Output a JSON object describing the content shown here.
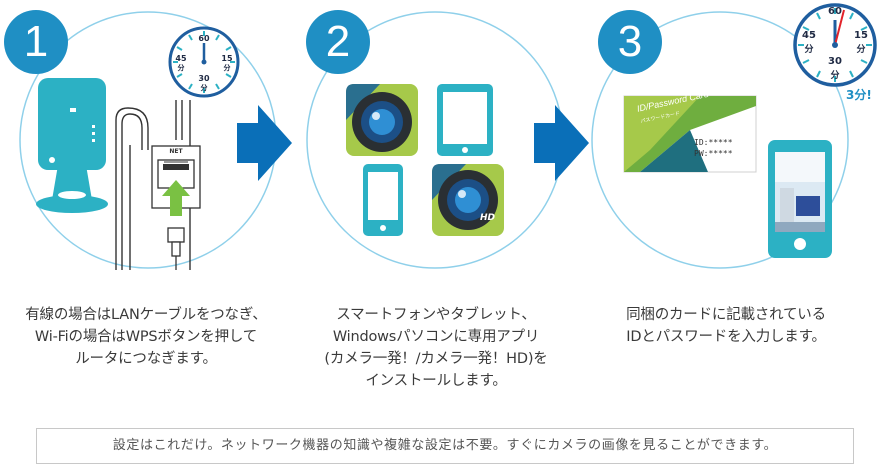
{
  "steps": [
    {
      "number": "1",
      "caption": "有線の場合はLANケーブルをつなぎ、\nWi-Fiの場合はWPSボタンを押して\nルータにつなぎます。"
    },
    {
      "number": "2",
      "caption": "スマートフォンやタブレット、\nWindowsパソコンに専用アプリ\n(カメラ一発！/カメラ一発！HD)を\nインストールします。"
    },
    {
      "number": "3",
      "caption": "同梱のカードに記載されている\nIDとパスワードを入力します。"
    }
  ],
  "clock": {
    "m60": "60",
    "m15": "15",
    "m30": "30",
    "m45": "45",
    "unit": "分"
  },
  "port_label": "NET",
  "hd_badge": "HD",
  "card": {
    "title": "ID/Password Card",
    "subtitle": "パスワードカード",
    "id_line": "ID:*****",
    "pw_line": "PW:*****"
  },
  "three_min": "3分!",
  "footer_note": "設定はこれだけ。ネットワーク機器の知識や複雑な設定は不要。すぐにカメラの画像を見ることができます。",
  "colors": {
    "accent": "#1f8fc4",
    "arrow": "#0a6fb8",
    "circle": "#8fd0ea",
    "device": "#2cb1c4",
    "green": "#7ac143"
  }
}
